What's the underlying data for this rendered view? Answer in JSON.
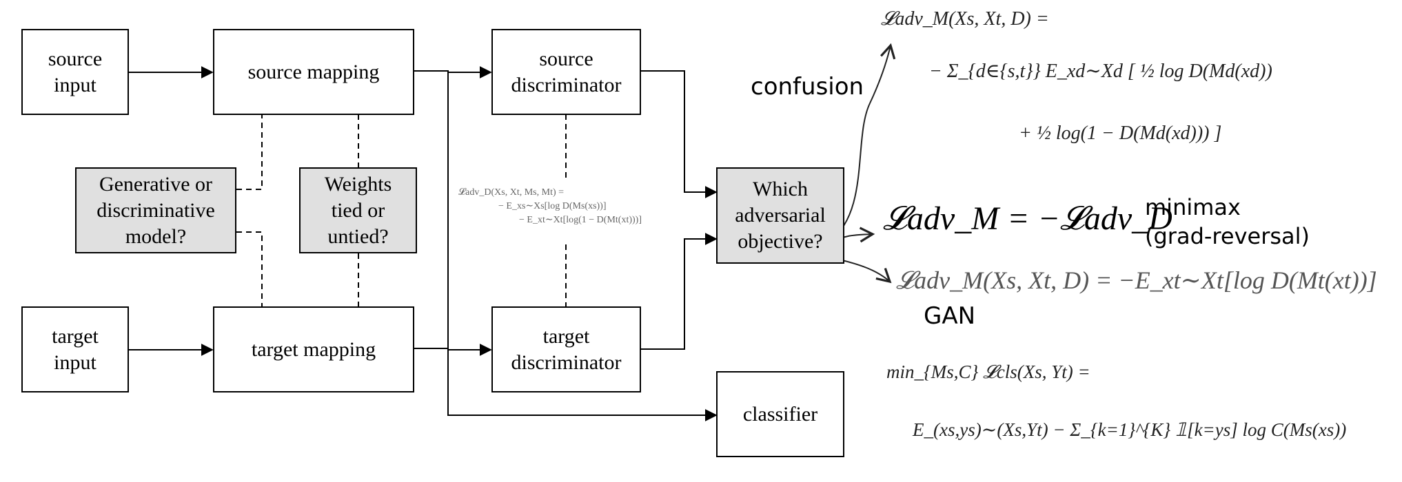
{
  "boxes": {
    "source_input": "source\ninput",
    "source_mapping": "source mapping",
    "source_discriminator": "source\ndiscriminator",
    "generative_q": "Generative or\ndiscriminative\nmodel?",
    "weights_q": "Weights\ntied or\nuntied?",
    "which_objective": "Which\nadversarial\nobjective?",
    "target_input": "target\ninput",
    "target_mapping": "target mapping",
    "target_discriminator": "target\ndiscriminator",
    "classifier": "classifier"
  },
  "labels": {
    "confusion": "confusion",
    "minimax": "minimax\n(grad-reversal)",
    "gan": "GAN"
  },
  "formulas": {
    "disc_loss": {
      "line1": "𝓛adv_D(Xs, Xt, Ms, Mt) =",
      "line2": "− E_xs∼Xs[log D(Ms(xs))]",
      "line3": "− E_xt∼Xt[log(1 − D(Mt(xt)))]"
    },
    "confusion_loss": {
      "line1": "𝓛adv_M(Xs, Xt, D) =",
      "line2": "− Σ_{d∈{s,t}} E_xd∼Xd [ ½ log D(Md(xd))",
      "line3": "+ ½ log(1 − D(Md(xd))) ]"
    },
    "minimax_loss": "𝓛adv_M = −𝓛adv_D",
    "gan_loss": "𝓛adv_M(Xs, Xt, D) = −E_xt∼Xt[log D(Mt(xt))]",
    "cls_loss": {
      "line1": "min_{Ms,C} 𝓛cls(Xs, Yt) =",
      "line2": "E_(xs,ys)∼(Xs,Yt)  − Σ_{k=1}^{K} 𝟙[k=ys] log C(Ms(xs))"
    }
  }
}
